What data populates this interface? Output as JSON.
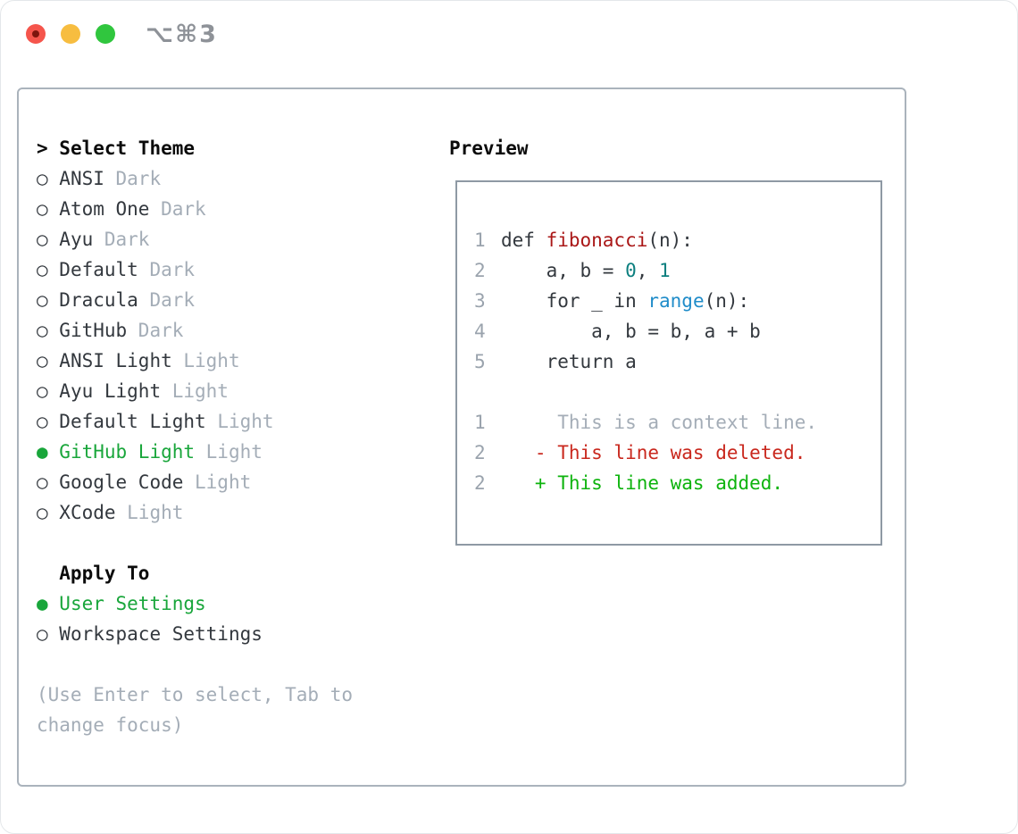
{
  "window": {
    "title": "⌥⌘3",
    "traffic_lights": {
      "close_color": "#f5554c",
      "close_dot_color": "#7d150d",
      "minimize_color": "#f7bd40",
      "zoom_color": "#30c63e"
    }
  },
  "colors": {
    "text": "#33383e",
    "heading": "#0b0b0b",
    "muted_gray": "#a4adb7",
    "line_number_gray": "#9aa3ad",
    "selected_green": "#19a63b",
    "added_green": "#0db30d",
    "deleted_red": "#c9281e",
    "function_red": "#aa1717",
    "number_teal": "#0c7f7f",
    "builtin_blue": "#1f8cc9",
    "panel_border": "#aab3bc",
    "preview_border": "#8e99a4"
  },
  "left": {
    "prompt": "> ",
    "title": "Select Theme",
    "themes": [
      {
        "name": "ANSI",
        "variant": "Dark",
        "selected": false
      },
      {
        "name": "Atom One",
        "variant": "Dark",
        "selected": false
      },
      {
        "name": "Ayu",
        "variant": "Dark",
        "selected": false
      },
      {
        "name": "Default",
        "variant": "Dark",
        "selected": false
      },
      {
        "name": "Dracula",
        "variant": "Dark",
        "selected": false
      },
      {
        "name": "GitHub",
        "variant": "Dark",
        "selected": false
      },
      {
        "name": "ANSI Light",
        "variant": "Light",
        "selected": false
      },
      {
        "name": "Ayu Light",
        "variant": "Light",
        "selected": false
      },
      {
        "name": "Default Light",
        "variant": "Light",
        "selected": false
      },
      {
        "name": "GitHub Light",
        "variant": "Light",
        "selected": true
      },
      {
        "name": "Google Code",
        "variant": "Light",
        "selected": false
      },
      {
        "name": "XCode",
        "variant": "Light",
        "selected": false
      }
    ],
    "apply_to": {
      "label": "Apply To",
      "options": [
        {
          "label": "User Settings",
          "selected": true
        },
        {
          "label": "Workspace Settings",
          "selected": false
        }
      ]
    },
    "hint_lines": [
      "(Use Enter to select, Tab to",
      "change focus)"
    ]
  },
  "preview": {
    "title": "Preview",
    "code_lines": [
      {
        "num": "1",
        "tokens": [
          {
            "t": "def ",
            "c": "fg"
          },
          {
            "t": "fibonacci",
            "c": "func"
          },
          {
            "t": "(n):",
            "c": "fg"
          }
        ]
      },
      {
        "num": "2",
        "tokens": [
          {
            "t": "    a, b = ",
            "c": "fg"
          },
          {
            "t": "0",
            "c": "num"
          },
          {
            "t": ", ",
            "c": "fg"
          },
          {
            "t": "1",
            "c": "num"
          }
        ]
      },
      {
        "num": "3",
        "tokens": [
          {
            "t": "    for _ in ",
            "c": "fg"
          },
          {
            "t": "range",
            "c": "builtin"
          },
          {
            "t": "(n):",
            "c": "fg"
          }
        ]
      },
      {
        "num": "4",
        "tokens": [
          {
            "t": "        a, b = b, a + b",
            "c": "fg"
          }
        ]
      },
      {
        "num": "5",
        "tokens": [
          {
            "t": "    return a",
            "c": "fg"
          }
        ]
      }
    ],
    "diff_lines": [
      {
        "num": "1",
        "tokens": [
          {
            "t": "     This is a context line.",
            "c": "muted"
          }
        ]
      },
      {
        "num": "2",
        "tokens": [
          {
            "t": "   - This line was deleted.",
            "c": "del"
          }
        ]
      },
      {
        "num": "2",
        "tokens": [
          {
            "t": "   + This line was added.",
            "c": "add"
          }
        ]
      }
    ]
  }
}
